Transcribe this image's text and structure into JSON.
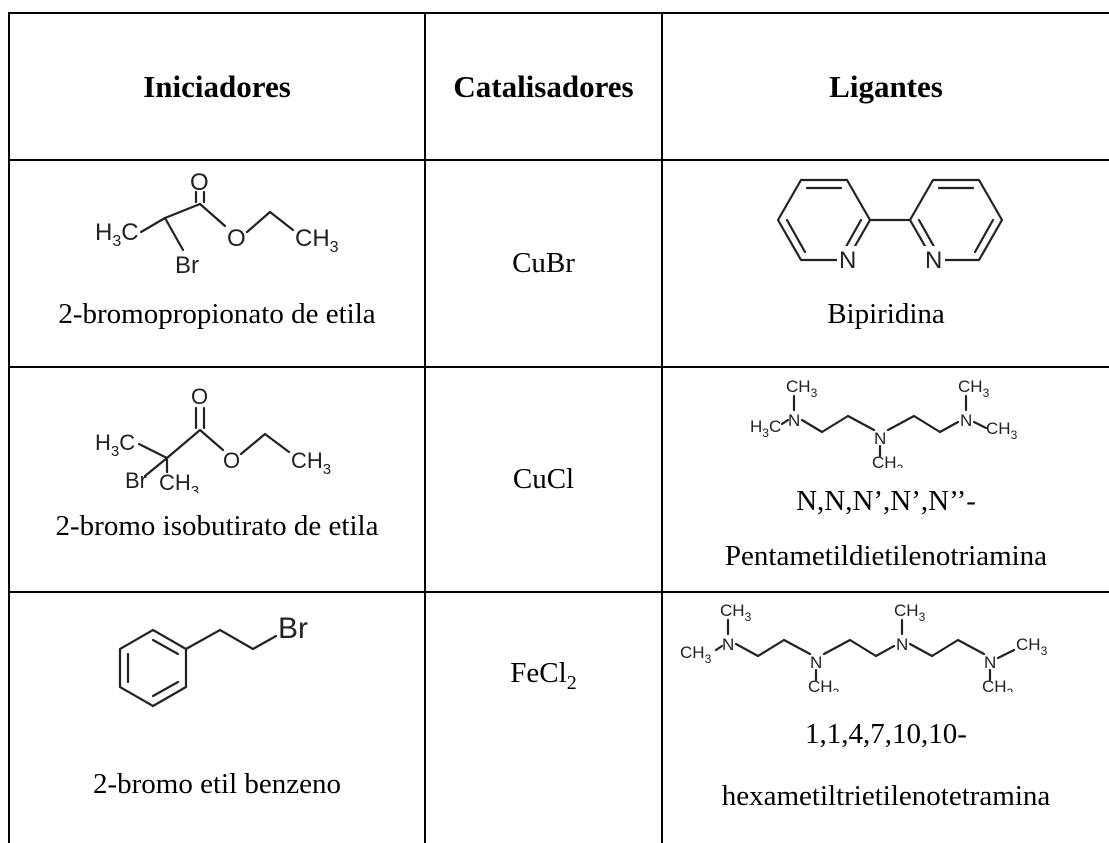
{
  "table": {
    "headers": {
      "initiators": "Iniciadores",
      "catalysts": "Catalisadores",
      "ligands": "Ligantes"
    },
    "rows": [
      {
        "initiator": "2-bromopropionato de etila",
        "catalyst": "CuBr",
        "ligand": [
          "Bipiridina"
        ]
      },
      {
        "initiator": "2-bromo isobutirato de etila",
        "catalyst": "CuCl",
        "ligand": [
          "N,N,N’,N’,N’’-",
          "Pentametildietilenotriamina"
        ]
      },
      {
        "initiator": "2-bromo etil benzeno",
        "catalyst": {
          "base": "FeCl",
          "subscript": "2"
        },
        "ligand": [
          "1,1,4,7,10,10-",
          "hexametiltrietilenotetramina"
        ]
      }
    ]
  },
  "structure_labels": {
    "h3c": "H₃C",
    "ch3": "CH₃",
    "o": "O",
    "br": "Br",
    "n": "N"
  }
}
